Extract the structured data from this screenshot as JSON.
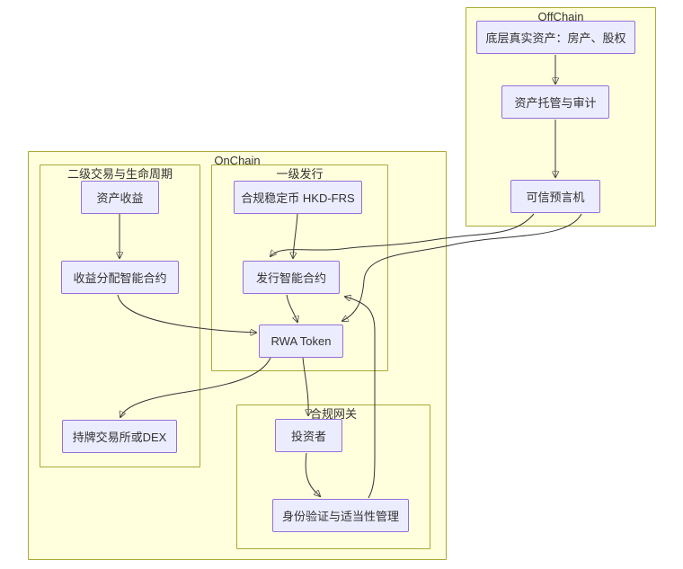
{
  "diagram": {
    "containers": {
      "offchain": {
        "label": "OffChain"
      },
      "onchain": {
        "label": "OnChain"
      },
      "secondary": {
        "label": "二级交易与生命周期"
      },
      "primary": {
        "label": "一级发行"
      },
      "gateway": {
        "label": "合规网关"
      }
    },
    "nodes": {
      "underlying": {
        "label": "底层真实资产：房产、股权"
      },
      "custody": {
        "label": "资产托管与审计"
      },
      "oracle": {
        "label": "可信预言机"
      },
      "income": {
        "label": "资产收益"
      },
      "distribution": {
        "label": "收益分配智能合约"
      },
      "exchange": {
        "label": "持牌交易所或DEX"
      },
      "stablecoin": {
        "label": "合规稳定币 HKD-FRS"
      },
      "issuance": {
        "label": "发行智能合约"
      },
      "token": {
        "label": "RWA Token"
      },
      "investor": {
        "label": "投资者"
      },
      "kyc": {
        "label": "身份验证与适当性管理"
      }
    },
    "edges": [
      {
        "from": "底层真实资产：房产、股权",
        "to": "资产托管与审计"
      },
      {
        "from": "资产托管与审计",
        "to": "可信预言机"
      },
      {
        "from": "可信预言机",
        "to": "发行智能合约"
      },
      {
        "from": "可信预言机",
        "to": "RWA Token"
      },
      {
        "from": "合规稳定币 HKD-FRS",
        "to": "发行智能合约"
      },
      {
        "from": "发行智能合约",
        "to": "RWA Token"
      },
      {
        "from": "资产收益",
        "to": "收益分配智能合约"
      },
      {
        "from": "收益分配智能合约",
        "to": "RWA Token"
      },
      {
        "from": "RWA Token",
        "to": "持牌交易所或DEX"
      },
      {
        "from": "RWA Token",
        "to": "投资者"
      },
      {
        "from": "投资者",
        "to": "身份验证与适当性管理"
      },
      {
        "from": "身份验证与适当性管理",
        "to": "发行智能合约"
      }
    ],
    "colors": {
      "node_fill": "#ececff",
      "node_border": "#9370db",
      "container_fill": "#ffffde",
      "container_border": "#aaaa33",
      "edge": "#333333"
    }
  }
}
